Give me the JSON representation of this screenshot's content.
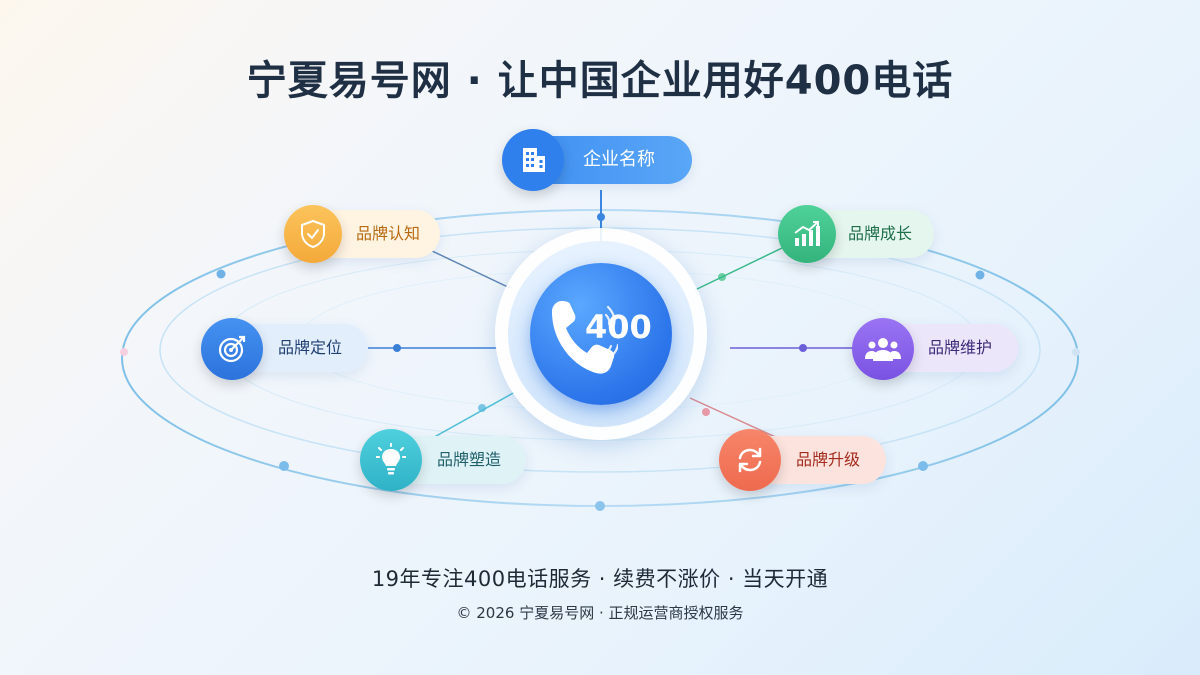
{
  "header": {
    "title": "宁夏易号网 · 让中国企业用好400电话"
  },
  "hub": {
    "number": "400",
    "icon": "phone-icon"
  },
  "nodes": {
    "company": {
      "label": "企业名称",
      "icon": "building-icon",
      "color": "#3d8ef5"
    },
    "awareness": {
      "label": "品牌认知",
      "icon": "shield-icon",
      "color": "#f6b444"
    },
    "growth": {
      "label": "品牌成长",
      "icon": "chart-icon",
      "color": "#3ec28a"
    },
    "positioning": {
      "label": "品牌定位",
      "icon": "target-icon",
      "color": "#2f7fe8"
    },
    "maintenance": {
      "label": "品牌维护",
      "icon": "users-icon",
      "color": "#8a62ee"
    },
    "shaping": {
      "label": "品牌塑造",
      "icon": "bulb-icon",
      "color": "#3cbfd0"
    },
    "upgrade": {
      "label": "品牌升级",
      "icon": "refresh-icon",
      "color": "#f2775a"
    }
  },
  "footer": {
    "tagline": "19年专注400电话服务 · 续费不涨价 · 当天开通",
    "copyright": "© 2026 宁夏易号网 · 正规运营商授权服务"
  }
}
